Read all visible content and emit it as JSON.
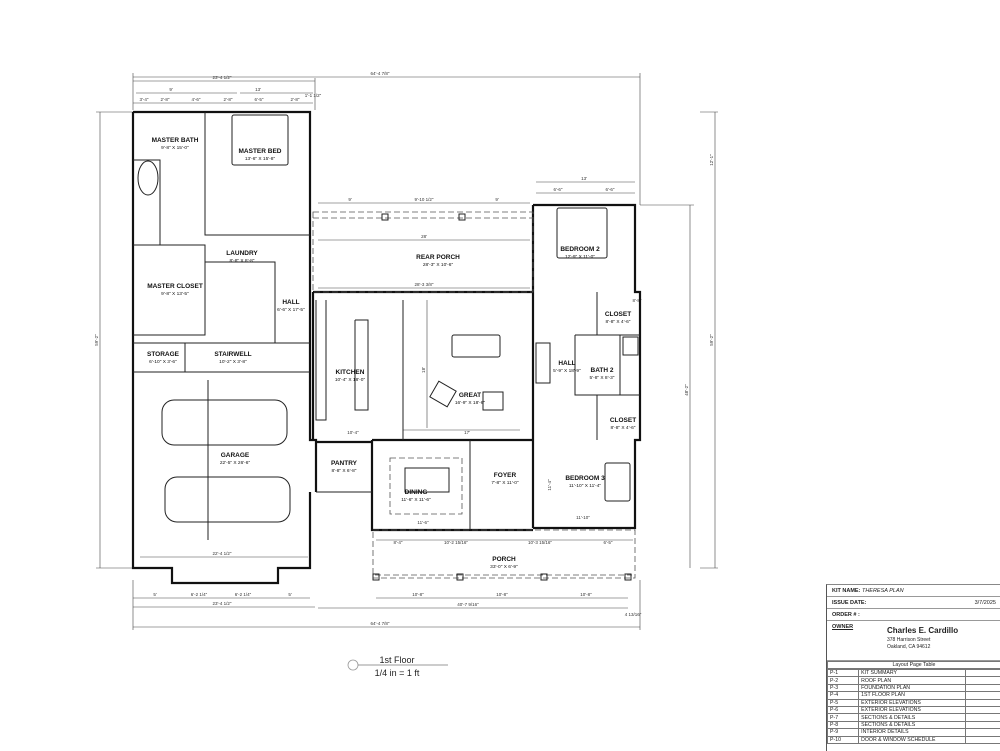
{
  "drawing": {
    "caption_title": "1st Floor",
    "caption_scale": "1/4 in = 1 ft",
    "rooms": [
      {
        "name": "MASTER BATH",
        "size": "9'-8\" X 15'-0\""
      },
      {
        "name": "MASTER BED",
        "size": "13'-6\" X 15'-8\""
      },
      {
        "name": "LAUNDRY",
        "size": "8'-8\" X 8'-8\""
      },
      {
        "name": "MASTER CLOSET",
        "size": "9'-8\" X 13'-5\""
      },
      {
        "name": "HALL",
        "size": "6'-6\" X 17'-5\""
      },
      {
        "name": "STORAGE",
        "size": "6'-10\" X 3'-6\""
      },
      {
        "name": "STAIRWELL",
        "size": "10'-2\" X 3'-8\""
      },
      {
        "name": "GARAGE",
        "size": "22'-5\" X 26'-6\""
      },
      {
        "name": "REAR PORCH",
        "size": "28'-3\" X 10'-6\""
      },
      {
        "name": "KITCHEN",
        "size": "10'-4\" X 18'-0\""
      },
      {
        "name": "GREAT",
        "size": "16'-9\" X 18'-6\""
      },
      {
        "name": "BEDROOM 2",
        "size": "12'-9\" X 11'-0\""
      },
      {
        "name": "CLOSET",
        "size": "8'-8\" X 4'-6\""
      },
      {
        "name": "HALL",
        "size": "5'-9\" X 18'-9\""
      },
      {
        "name": "BATH 2",
        "size": "5'-8\" X 8'-3\""
      },
      {
        "name": "CLOSET",
        "size": "8'-8\" X 4'-6\""
      },
      {
        "name": "PANTRY",
        "size": "8'-8\" X 6'-8\""
      },
      {
        "name": "DINING",
        "size": "11'-6\" X 11'-6\""
      },
      {
        "name": "FOYER",
        "size": "7'-8\" X 11'-0\""
      },
      {
        "name": "BEDROOM 3",
        "size": "11'-10\" X 11'-4\""
      },
      {
        "name": "PORCH",
        "size": "33'-0\" X 6'-9\""
      }
    ],
    "dimensions": {
      "overall_top": "64'-4 7/8\"",
      "left_wing_top": "23'-4 1/2\"",
      "top_9": "9'",
      "top_13": "13'",
      "top_split": [
        "3'-4\"",
        "2'-8\"",
        "4'-6\"",
        "2'-8\"",
        "6'-5\"",
        "2'-8\"",
        "1'-1 1/2\""
      ],
      "rear_porch_posts": [
        "9'",
        "9'-10 1/2\"",
        "9'"
      ],
      "rear_porch_28": "28'",
      "rear_porch_283": "28'-3 3/8\"",
      "bed2_top": "13'",
      "bed2_split": [
        "6'-6\"",
        "6'-6\""
      ],
      "overall_left": "59'-2\"",
      "overall_right": "59'-2\"",
      "right_48": "48'-2\"",
      "right_12": "12'-1\"",
      "garage_inner": "22'-4 1/2\"",
      "garage_bottom": [
        "5'",
        "6'-2 1/4\"",
        "6'-2 1/4\"",
        "5'"
      ],
      "left_bottom": "23'-4 1/2\"",
      "porch_posts": [
        "10'-8\"",
        "10'-8\"",
        "10'-8\""
      ],
      "porch_total": "40'-7 9/16\"",
      "porch_offset": "4 13/16\"",
      "overall_bottom": "64'-4 7/8\"",
      "porch_front": [
        "8'-4\"",
        "10'-2 15/16\"",
        "10'-3 15/16\"",
        "6'-5\""
      ],
      "great_17": "17'",
      "great_18": "18'",
      "kitchen_104": "10'-4\"",
      "dining_116": "11'-6\"",
      "bed3_1110": "11'-10\"",
      "bed3_114": "11'-4\"",
      "closet_88": "8'-8\""
    }
  },
  "title_block": {
    "kit_name_label": "KIT NAME:",
    "kit_name": "THERESA PLAN",
    "issue_date_label": "ISSUE DATE:",
    "issue_date": "3/7/2025",
    "order_label": "ORDER # :",
    "owner_label": "OWNER",
    "owner_name": "Charles E. Cardillo",
    "owner_street": "378 Harrison Street",
    "owner_city": "Oakland, CA 94612",
    "layout_table_title": "Layout Page Table",
    "pages": [
      {
        "id": "P-1",
        "title": "KIT SUMMARY"
      },
      {
        "id": "P-2",
        "title": "ROOF PLAN"
      },
      {
        "id": "P-3",
        "title": "FOUNDATION PLAN"
      },
      {
        "id": "P-4",
        "title": "1ST FLOOR PLAN"
      },
      {
        "id": "P-5",
        "title": "EXTERIOR ELEVATIONS"
      },
      {
        "id": "P-6",
        "title": "EXTERIOR ELEVATIONS"
      },
      {
        "id": "P-7",
        "title": "SECTIONS & DETAILS"
      },
      {
        "id": "P-8",
        "title": "SECTIONS & DETAILS"
      },
      {
        "id": "P-9",
        "title": "INTERIOR DETAILS"
      },
      {
        "id": "P-10",
        "title": "DOOR & WINDOW SCHEDULE"
      }
    ]
  }
}
